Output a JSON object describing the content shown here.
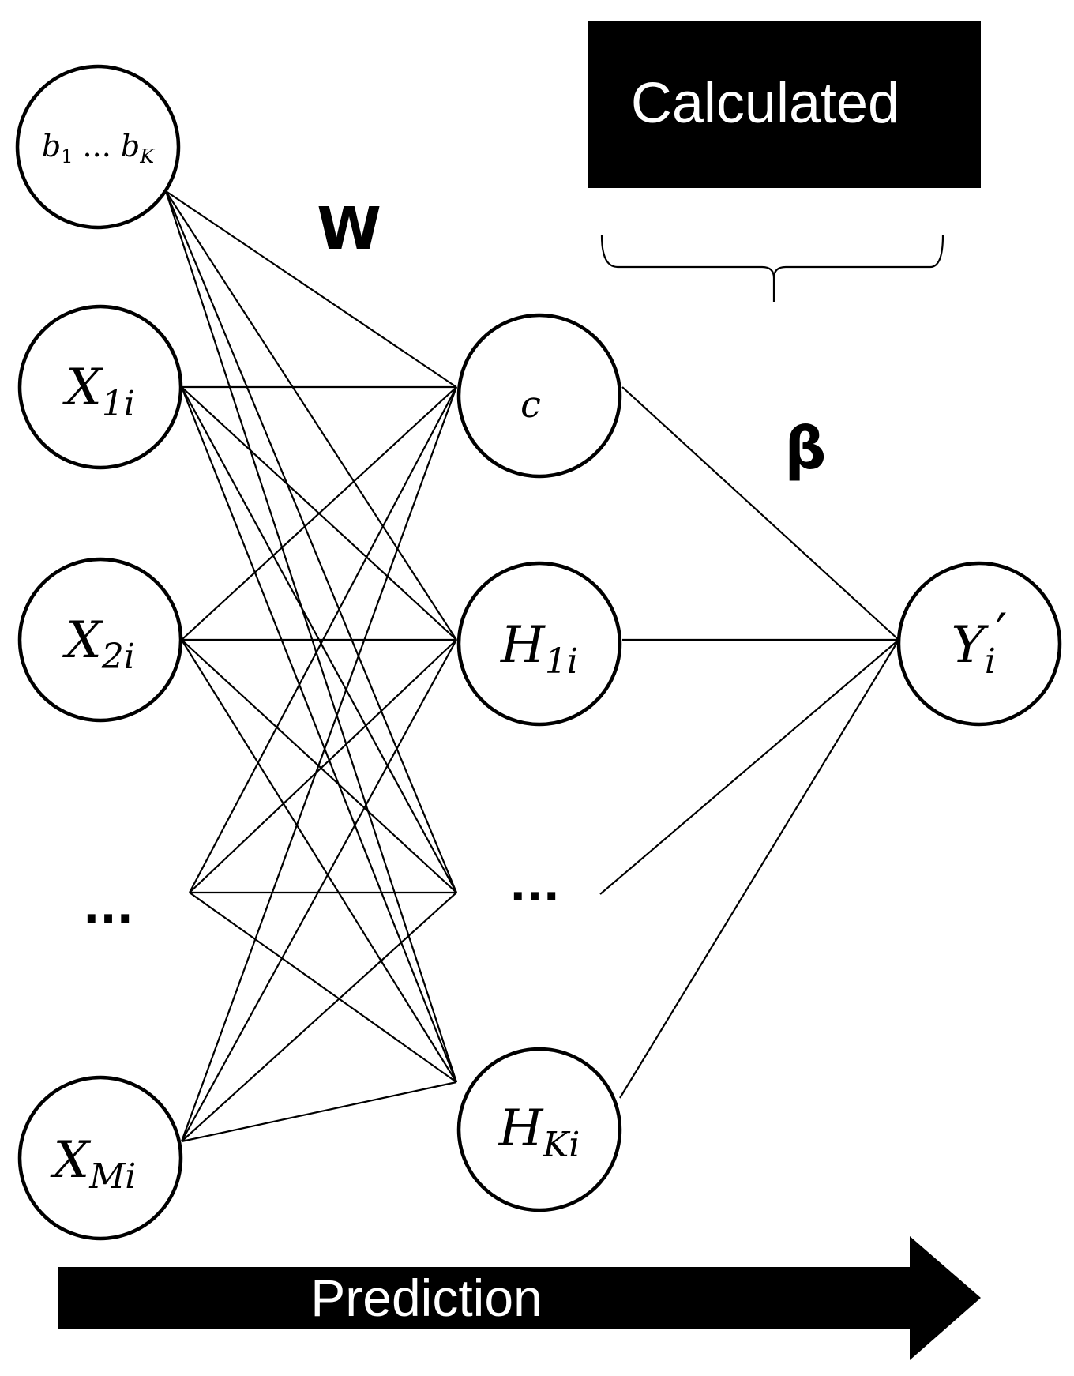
{
  "weights_label_input": "W",
  "weights_label_output": "β",
  "calculated_box": {
    "label": "Calculated"
  },
  "prediction_arrow": {
    "label": "Prediction"
  },
  "ellipsis": "...",
  "nodes": {
    "bias": {
      "main": "b",
      "sub1": "1",
      "dots": " ... ",
      "main2": "b",
      "sub2": "K"
    },
    "x1": {
      "main": "X",
      "sub": "1i"
    },
    "x2": {
      "main": "X",
      "sub": "2i"
    },
    "xm": {
      "main": "X",
      "sub": "Mi"
    },
    "c": {
      "main": "c"
    },
    "h1": {
      "main": "H",
      "sub": "1i"
    },
    "hk": {
      "main": "H",
      "sub": "Ki"
    },
    "y": {
      "main": "Y",
      "sub": "i",
      "prime": "′"
    }
  },
  "colors": {
    "box_fill": "#000000",
    "line": "#000000",
    "text_on_dark": "#ffffff"
  }
}
